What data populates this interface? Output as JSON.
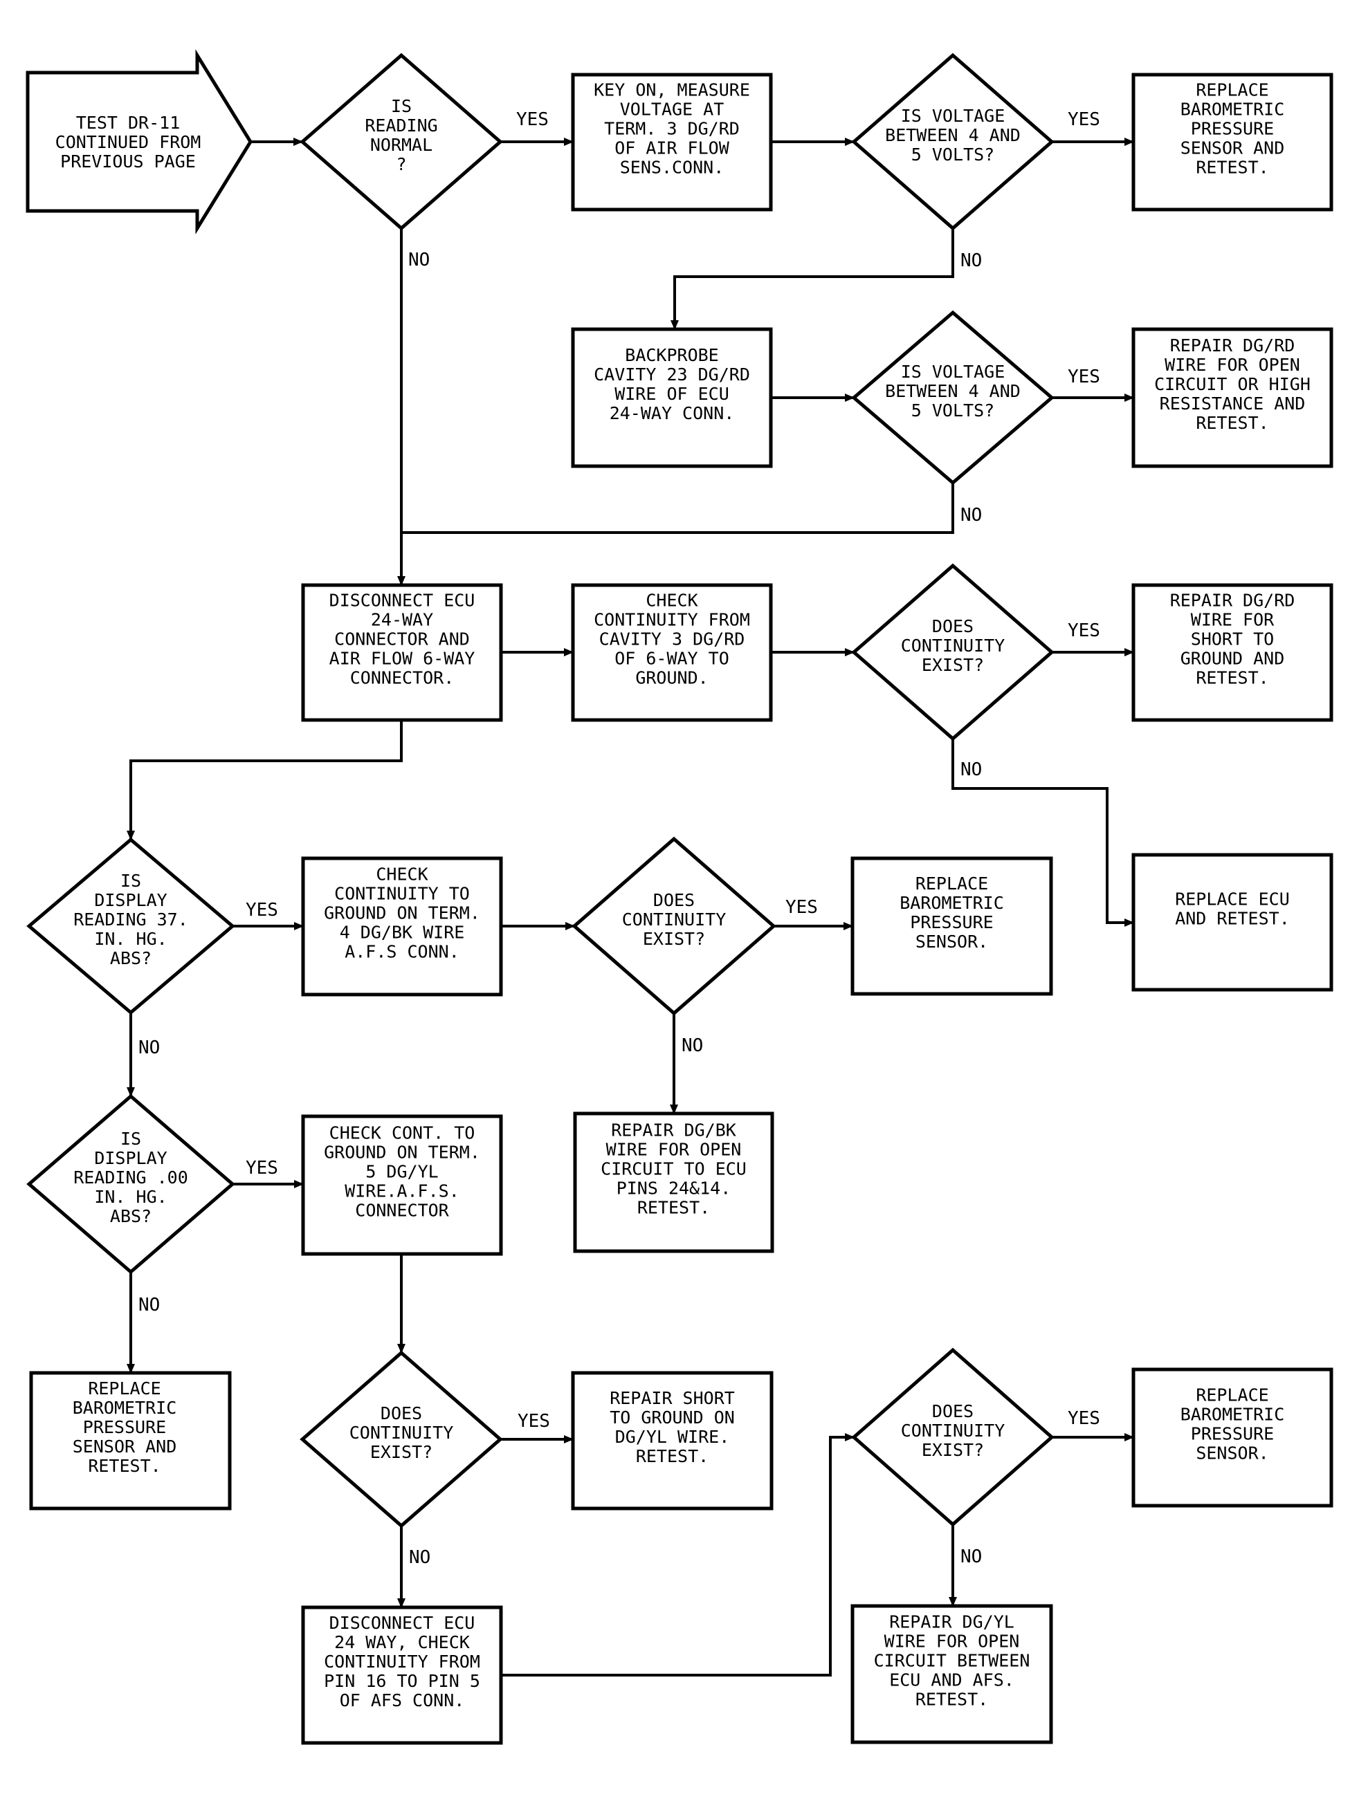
{
  "start": {
    "lines": [
      "TEST DR-11",
      "CONTINUED FROM",
      "PREVIOUS PAGE"
    ]
  },
  "decision_reading_normal": {
    "lines": [
      "IS",
      "READING",
      "NORMAL",
      "?"
    ]
  },
  "box_key_on": {
    "lines": [
      "KEY ON, MEASURE",
      "VOLTAGE AT",
      "TERM. 3 DG/RD",
      "OF AIR FLOW",
      "SENS.CONN."
    ]
  },
  "decision_voltage_1": {
    "lines": [
      "IS VOLTAGE",
      "BETWEEN 4 AND",
      "5 VOLTS?"
    ]
  },
  "box_replace_baro_1": {
    "lines": [
      "REPLACE",
      "BAROMETRIC",
      "PRESSURE",
      "SENSOR AND",
      "RETEST."
    ]
  },
  "box_backprobe": {
    "lines": [
      "BACKPROBE",
      "CAVITY 23 DG/RD",
      "WIRE OF ECU",
      "24-WAY CONN."
    ]
  },
  "decision_voltage_2": {
    "lines": [
      "IS VOLTAGE",
      "BETWEEN 4 AND",
      "5 VOLTS?"
    ]
  },
  "box_repair_open_high": {
    "lines": [
      "REPAIR DG/RD",
      "WIRE FOR OPEN",
      "CIRCUIT OR HIGH",
      "RESISTANCE AND",
      "RETEST."
    ]
  },
  "box_disconnect_ecu_1": {
    "lines": [
      "DISCONNECT ECU",
      "24-WAY",
      "CONNECTOR AND",
      "AIR FLOW 6-WAY",
      "CONNECTOR."
    ]
  },
  "box_check_cavity3": {
    "lines": [
      "CHECK",
      "CONTINUITY FROM",
      "CAVITY 3 DG/RD",
      "OF 6-WAY TO",
      "GROUND."
    ]
  },
  "decision_continuity_1": {
    "lines": [
      "DOES",
      "CONTINUITY",
      "EXIST?"
    ]
  },
  "box_repair_short_ground": {
    "lines": [
      "REPAIR DG/RD",
      "WIRE FOR",
      "SHORT TO",
      "GROUND AND",
      "RETEST."
    ]
  },
  "box_replace_ecu": {
    "lines": [
      "REPLACE ECU",
      "AND RETEST."
    ]
  },
  "decision_display_37": {
    "lines": [
      "IS",
      "DISPLAY",
      "READING 37.",
      "IN. HG.",
      "ABS?"
    ]
  },
  "box_check_term4": {
    "lines": [
      "CHECK",
      "CONTINUITY TO",
      "GROUND ON TERM.",
      "4 DG/BK WIRE",
      "A.F.S CONN."
    ]
  },
  "decision_continuity_2": {
    "lines": [
      "DOES",
      "CONTINUITY",
      "EXIST?"
    ]
  },
  "box_replace_baro_2": {
    "lines": [
      "REPLACE",
      "BAROMETRIC",
      "PRESSURE",
      "SENSOR."
    ]
  },
  "box_repair_dgbk": {
    "lines": [
      "REPAIR DG/BK",
      "WIRE FOR OPEN",
      "CIRCUIT TO ECU",
      "PINS 24&14.",
      "RETEST."
    ]
  },
  "decision_display_00": {
    "lines": [
      "IS",
      "DISPLAY",
      "READING .00",
      "IN. HG.",
      "ABS?"
    ]
  },
  "box_check_term5": {
    "lines": [
      "CHECK CONT. TO",
      "GROUND ON TERM.",
      "5 DG/YL",
      "WIRE.A.F.S.",
      "CONNECTOR"
    ]
  },
  "box_replace_baro_3": {
    "lines": [
      "REPLACE",
      "BAROMETRIC",
      "PRESSURE",
      "SENSOR AND",
      "RETEST."
    ]
  },
  "decision_continuity_3": {
    "lines": [
      "DOES",
      "CONTINUITY",
      "EXIST?"
    ]
  },
  "box_repair_short_dgyl": {
    "lines": [
      "REPAIR SHORT",
      "TO GROUND ON",
      "DG/YL WIRE.",
      "RETEST."
    ]
  },
  "box_disconnect_ecu_2": {
    "lines": [
      "DISCONNECT ECU",
      "24 WAY, CHECK",
      "CONTINUITY FROM",
      "PIN 16 TO PIN 5",
      "OF AFS CONN."
    ]
  },
  "decision_continuity_4": {
    "lines": [
      "DOES",
      "CONTINUITY",
      "EXIST?"
    ]
  },
  "box_replace_baro_4": {
    "lines": [
      "REPLACE",
      "BAROMETRIC",
      "PRESSURE",
      "SENSOR."
    ]
  },
  "box_repair_dgyl_open": {
    "lines": [
      "REPAIR DG/YL",
      "WIRE FOR OPEN",
      "CIRCUIT BETWEEN",
      "ECU AND AFS.",
      "RETEST."
    ]
  },
  "branch_labels": {
    "yes": "YES",
    "no": "NO"
  }
}
